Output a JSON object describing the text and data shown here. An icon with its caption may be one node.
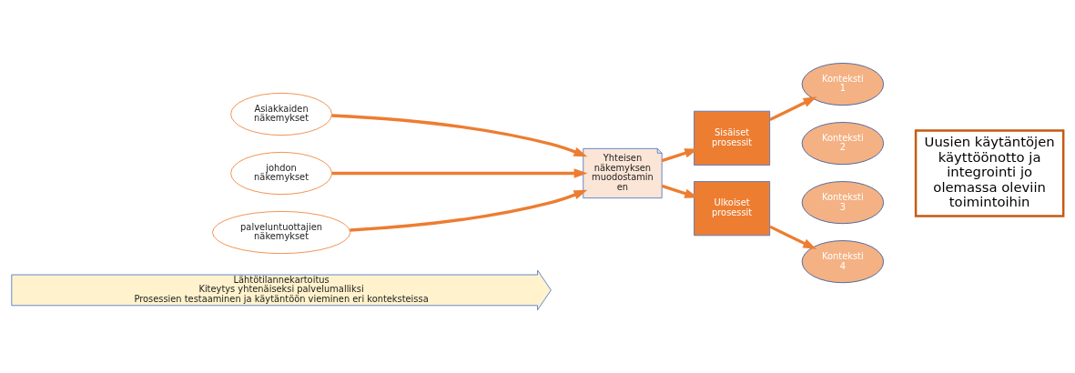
{
  "diagram": {
    "nodes": [
      {
        "text": [
          "Asiakkaiden näkemykset"
        ]
      },
      {
        "text": [
          "johdon näkemykset"
        ]
      },
      {
        "text": [
          "palveluntuottajien näkemykset"
        ]
      },
      {
        "text": [
          "Yhteisen näkemyksen muodostamin en"
        ]
      },
      {
        "text": [
          "Sisäiset prosessit"
        ]
      },
      {
        "text": [
          "Ulkoiset prosessit"
        ]
      },
      {
        "text": [
          "Konteksti 1"
        ]
      },
      {
        "text": [
          "Konteksti 2"
        ]
      },
      {
        "text": [
          "Konteksti 3"
        ]
      },
      {
        "text": [
          "Konteksti 4"
        ]
      },
      {
        "text": [
          "Uusien käytäntöjen käyttöönotto ja integrointi jo olemassa oleviin toimintoihin"
        ]
      },
      {
        "text": [
          "Lähtötilannekartoitus",
          "Kiteytys yhtenäiseksi palvelumalliksi",
          "Prosessien testaaminen ja käytäntöön vieminen eri konteksteissa"
        ]
      }
    ],
    "edges": [
      {
        "from": 0,
        "to": 3,
        "arrow": "to"
      },
      {
        "from": 1,
        "to": 3,
        "arrow": "to"
      },
      {
        "from": 2,
        "to": 3,
        "arrow": "to"
      },
      {
        "from": 3,
        "to": 4,
        "arrow": "to"
      },
      {
        "from": 3,
        "to": 5,
        "arrow": "to"
      },
      {
        "from": 4,
        "to": 6,
        "arrow": "to"
      },
      {
        "from": 5,
        "to": 9,
        "arrow": "to"
      }
    ]
  }
}
